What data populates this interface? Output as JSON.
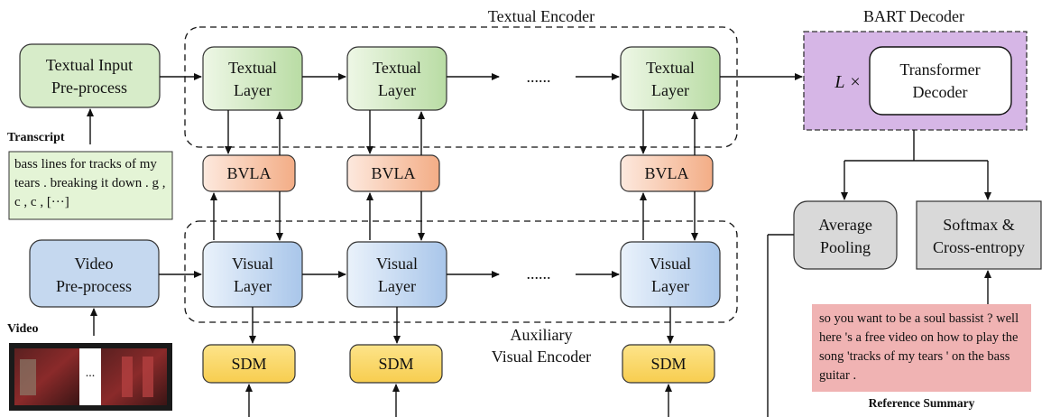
{
  "textual_encoder": {
    "title": "Textual Encoder",
    "layer_line1": "Textual",
    "layer_line2": "Layer",
    "ellipsis": "......"
  },
  "visual_encoder": {
    "title_line1": "Auxiliary",
    "title_line2": "Visual Encoder",
    "layer_line1": "Visual",
    "layer_line2": "Layer",
    "ellipsis": "......"
  },
  "textual_input": {
    "line1": "Textual Input",
    "line2": "Pre-process"
  },
  "video_input": {
    "line1": "Video",
    "line2": "Pre-process"
  },
  "bvla_label": "BVLA",
  "sdm_label": "SDM",
  "transcript": {
    "label": "Transcript",
    "text": "bass lines for tracks of my tears . breaking it down . g , c , c , [···]"
  },
  "video": {
    "label": "Video",
    "ellipsis": "..."
  },
  "bart_decoder": {
    "title": "BART Decoder",
    "multiplier": "L ×",
    "inner_line1": "Transformer",
    "inner_line2": "Decoder"
  },
  "average_pooling": {
    "line1": "Average",
    "line2": "Pooling"
  },
  "softmax": {
    "line1": "Softmax &",
    "line2": "Cross-entropy"
  },
  "reference": {
    "label": "Reference Summary",
    "text": "so you want to be a soul bassist ? well here 's a free video on how to play the song 'tracks of my tears ' on the bass guitar ."
  },
  "colors": {
    "green": "#d7ecc9",
    "blue": "#c5d8ef",
    "orange": "#f6c3a6",
    "yellow": "#fbd96a",
    "purple": "#d6b6e6",
    "gray": "#d9d9d9",
    "pink": "#f0b3b3",
    "note_green": "#e4f4d6"
  }
}
